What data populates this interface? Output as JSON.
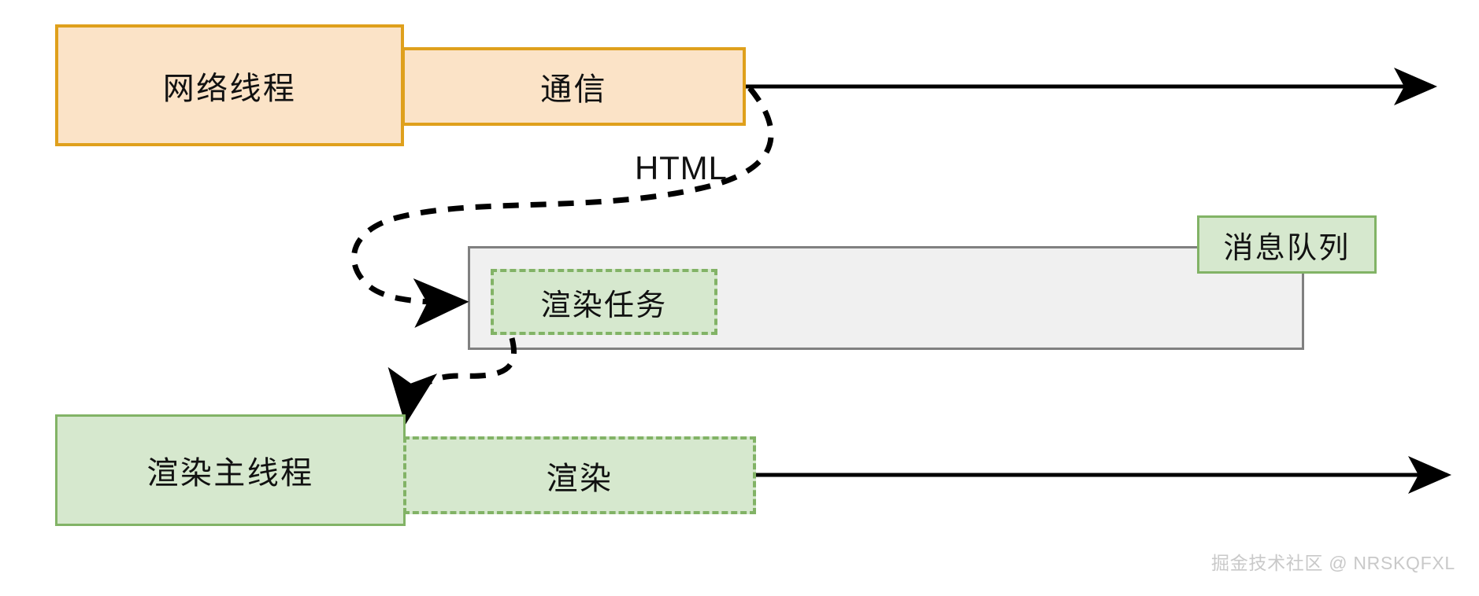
{
  "diagram": {
    "title": "Browser network thread and render main thread timeline",
    "watermark": "掘金技术社区 @ NRSKQFXL",
    "colors": {
      "orange_fill": "#fbe3c7",
      "orange_stroke": "#dfa01c",
      "green_fill": "#d6e8ce",
      "green_stroke": "#82b366",
      "queue_fill": "#f0f0f0",
      "queue_stroke": "#808080",
      "arrow_stroke": "#000000",
      "watermark_color": "#c9c9c9"
    },
    "lanes": {
      "network_thread": {
        "label": "网络线程",
        "activity_label": "通信"
      },
      "render_main_thread": {
        "label": "渲染主线程",
        "activity_label": "渲染"
      }
    },
    "message_queue": {
      "label": "消息队列",
      "items": [
        {
          "label": "渲染任务"
        }
      ]
    },
    "annotations": {
      "html_transfer": "HTML"
    },
    "arrows": {
      "network_timeline": "network-timeline-arrow",
      "render_timeline": "render-timeline-arrow",
      "enqueue": "enqueue-render-task-arrow",
      "dequeue": "dequeue-render-task-arrow"
    }
  }
}
